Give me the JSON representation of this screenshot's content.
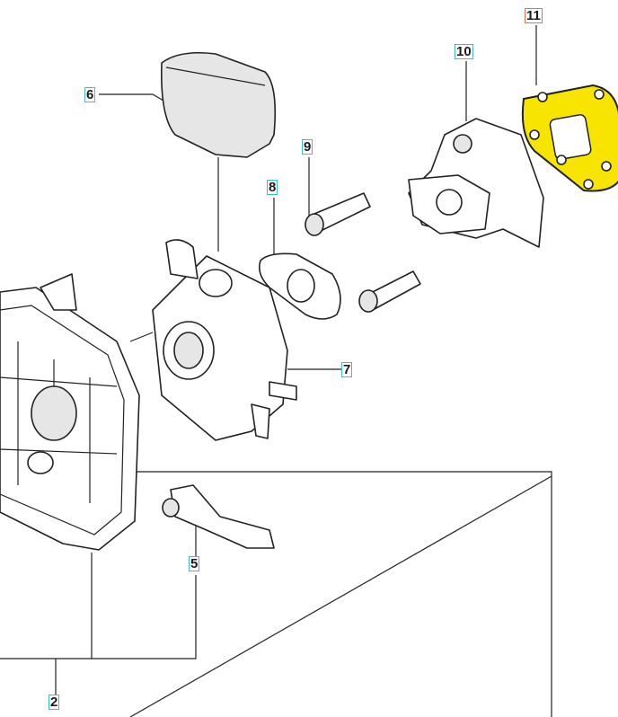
{
  "diagram": {
    "callouts": [
      {
        "id": "11",
        "label": "11",
        "highlighted": true
      },
      {
        "id": "10",
        "label": "10",
        "highlighted": false
      },
      {
        "id": "9",
        "label": "9",
        "highlighted": false
      },
      {
        "id": "8",
        "label": "8",
        "highlighted": false
      },
      {
        "id": "6",
        "label": "6",
        "highlighted": false
      },
      {
        "id": "7",
        "label": "7",
        "highlighted": false
      },
      {
        "id": "5",
        "label": "5",
        "highlighted": false
      },
      {
        "id": "2",
        "label": "2",
        "highlighted": false
      }
    ],
    "colors": {
      "callout_border": "#3bbfc9",
      "highlight_border": "#e8734a",
      "highlight_fill": "#f7e400"
    }
  }
}
